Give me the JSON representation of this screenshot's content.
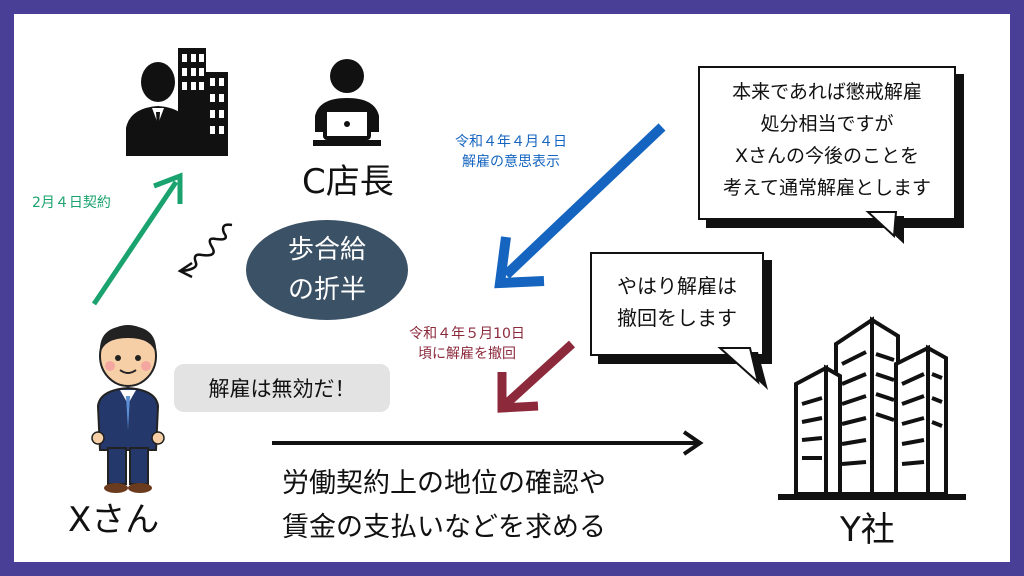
{
  "labels": {
    "c_manager": "C店長",
    "x_person": "Xさん",
    "y_company": "Y社"
  },
  "ellipse": {
    "line1": "歩合給",
    "line2": "の折半"
  },
  "arrows": {
    "contract": "2月４日契約",
    "dismissal_line1": "令和４年４月４日",
    "dismissal_line2": "解雇の意思表示",
    "withdraw_line1": "令和４年５月10日",
    "withdraw_line2": "頃に解雇を撤回"
  },
  "bubble_top": {
    "line1": "本来であれば懲戒解雇",
    "line2": "処分相当ですが",
    "line3": "Xさんの今後のことを",
    "line4": "考えて通常解雇とします"
  },
  "bubble_mid": {
    "line1": "やはり解雇は",
    "line2": "撤回をします"
  },
  "claim": "解雇は無効だ！",
  "bottom_caption": {
    "line1": "労働契約上の地位の確認や",
    "line2": "賃金の支払いなどを求める"
  },
  "colors": {
    "frame": "#4a3f97",
    "blue_arrow": "#1565c0",
    "red_arrow": "#8c2a3c",
    "green_arrow": "#1aa36e",
    "ellipse": "#3b5166"
  },
  "icons": [
    "businessman-building-icon",
    "laptop-user-icon",
    "squiggle-arrow-icon",
    "office-buildings-icon",
    "salaryman-icon"
  ]
}
